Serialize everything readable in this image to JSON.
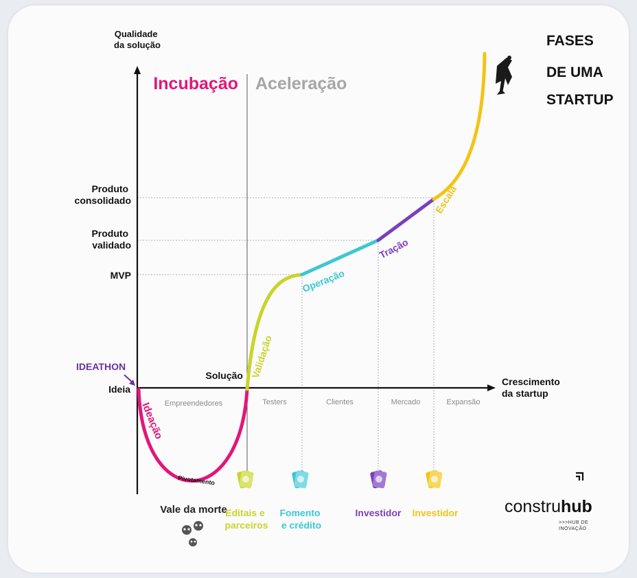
{
  "title_lines": [
    "FASES",
    "DE UMA",
    "STARTUP"
  ],
  "y_axis_label": [
    "Qualidade",
    "da solução"
  ],
  "x_axis_label": [
    "Crescimento",
    "da startup"
  ],
  "stage_headers": {
    "incubation": "Incubação",
    "acceleration": "Aceleração"
  },
  "y_levels": {
    "consolidated": [
      "Produto",
      "consolidado"
    ],
    "validated": [
      "Produto",
      "validado"
    ],
    "mvp": "MVP"
  },
  "origin": {
    "ideathon": "IDEATHON",
    "idea": "Ideia",
    "solution": "Solução"
  },
  "phases": {
    "ideation": "Ideação",
    "pivot": "Pivotamento",
    "validation": "Validação",
    "operation": "Operação",
    "traction": "Tração",
    "scale": "Escala"
  },
  "segments": [
    "Empreendedores",
    "Testers",
    "Clientes",
    "Mercado",
    "Expansão"
  ],
  "death_valley": "Vale da morte",
  "funding": [
    {
      "lines": [
        "Editais e",
        "parceiros"
      ],
      "color": "#c8d42a"
    },
    {
      "lines": [
        "Fomento",
        "e crédito"
      ],
      "color": "#3cc7d3"
    },
    {
      "lines": [
        "Investidor"
      ],
      "color": "#7b3fbe"
    },
    {
      "lines": [
        "Investidor"
      ],
      "color": "#f2c416"
    }
  ],
  "brand": {
    "prefix": "constru",
    "bold": "hub",
    "tagline": [
      ">>>HUB DE",
      "INOVAÇÃO"
    ]
  },
  "colors": {
    "magenta": "#e0187a",
    "lime": "#c8d42a",
    "cyan": "#3cc7d3",
    "purple": "#7b3fbe",
    "yellow": "#f2c416",
    "gray": "#a6a6a6",
    "ink": "#111111"
  }
}
